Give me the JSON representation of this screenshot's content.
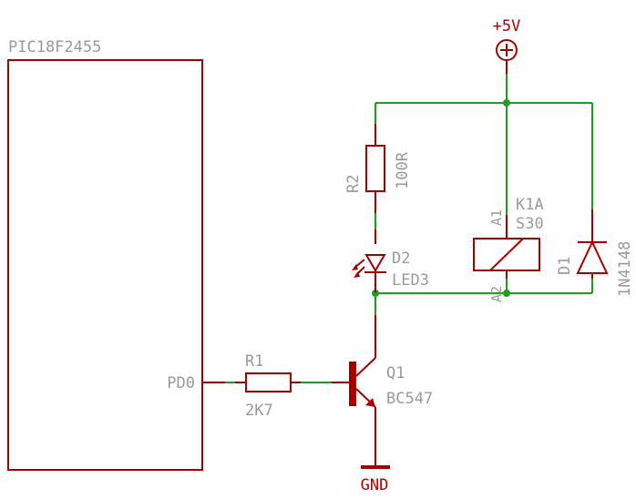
{
  "ic": {
    "name": "PIC18F2455",
    "pin": "PD0"
  },
  "r1": {
    "ref": "R1",
    "value": "2K7"
  },
  "r2": {
    "ref": "R2",
    "value": "100R"
  },
  "d2": {
    "ref": "D2",
    "value": "LED3"
  },
  "k1": {
    "ref": "K1A",
    "value": "S30",
    "pin1": "A1",
    "pin2": "A2"
  },
  "d1": {
    "ref": "D1",
    "value": "1N4148"
  },
  "q1": {
    "ref": "Q1",
    "value": "BC547"
  },
  "supply": {
    "label": "+5V"
  },
  "ground": {
    "label": "GND"
  },
  "colors": {
    "symbol": "#a40000",
    "wire": "#19a119",
    "label": "#9a9a9a",
    "net_label": "#b00000"
  }
}
